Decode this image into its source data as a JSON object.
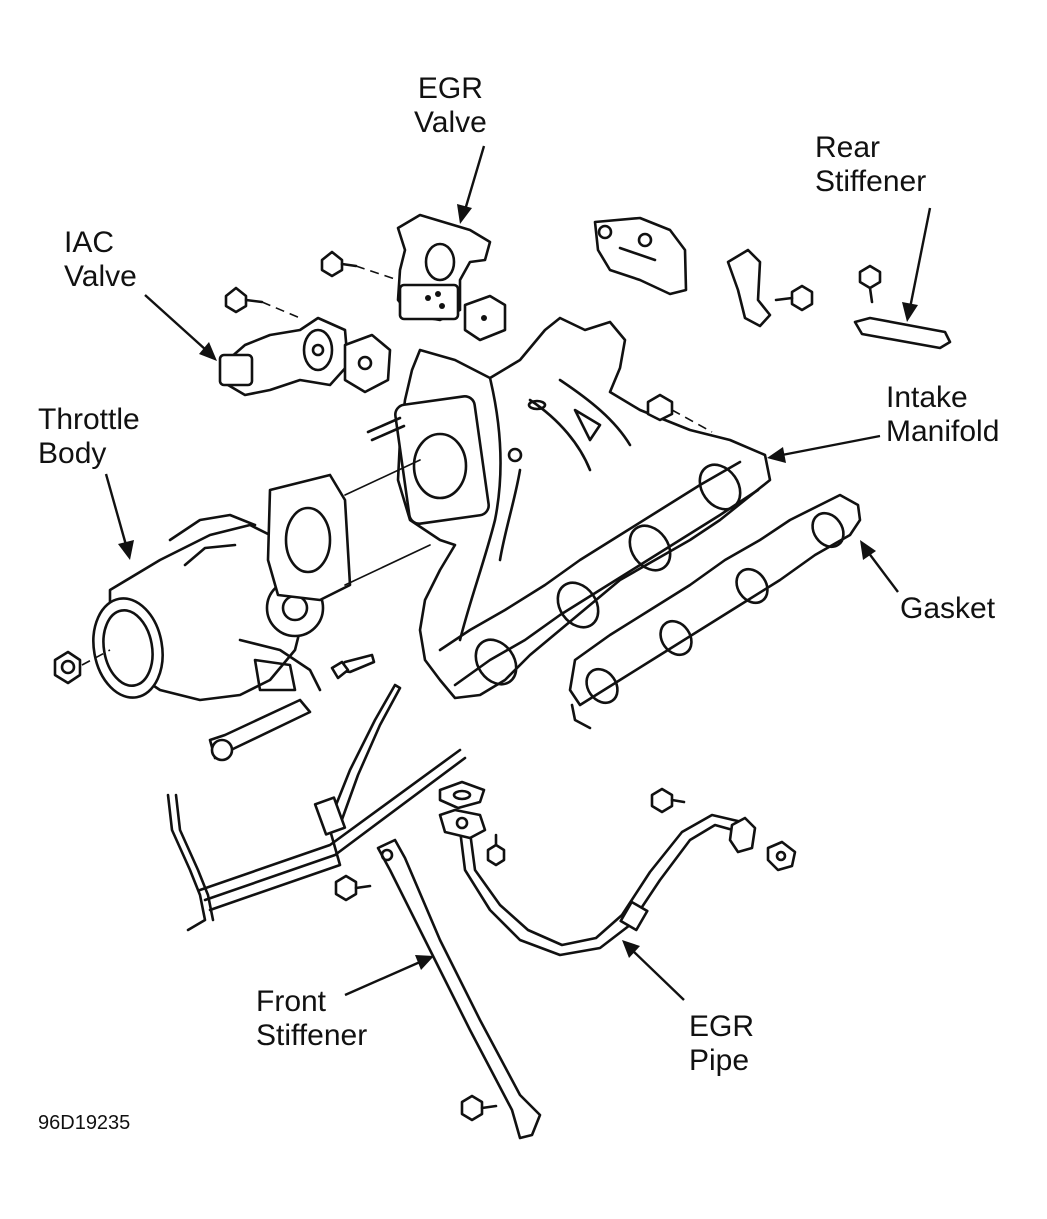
{
  "labels": {
    "egr_valve": [
      "EGR",
      "Valve"
    ],
    "rear_stiffener": [
      "Rear",
      "Stiffener"
    ],
    "iac_valve": [
      "IAC",
      "Valve"
    ],
    "throttle_body": [
      "Throttle",
      "Body"
    ],
    "intake_manifold": [
      "Intake",
      "Manifold"
    ],
    "gasket": [
      "Gasket"
    ],
    "front_stiffener": [
      "Front",
      "Stiffener"
    ],
    "egr_pipe": [
      "EGR",
      "Pipe"
    ]
  },
  "figure_code": "96D19235",
  "colors": {
    "ink": "#111111",
    "background": "#ffffff"
  }
}
